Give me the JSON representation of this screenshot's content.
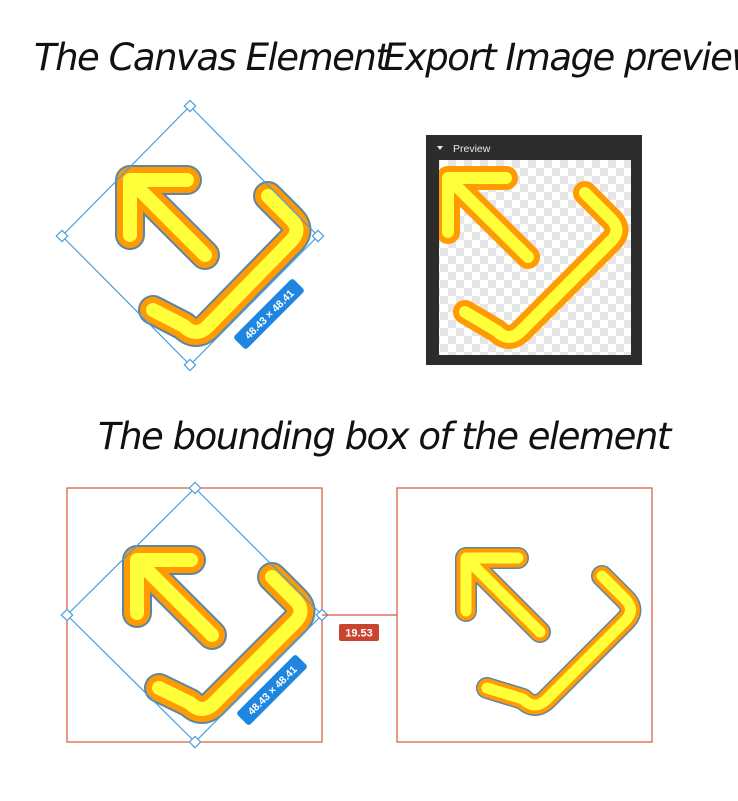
{
  "titles": {
    "canvas": "The Canvas Element",
    "export": "Export Image preview",
    "bounding": "The bounding box of the element"
  },
  "preview_panel": {
    "header_label": "Preview"
  },
  "dimension_label": "48.43 × 48.41",
  "gap_label": "19.53",
  "colors": {
    "selection_blue": "#4a9fdc",
    "badge_blue": "#1f86e0",
    "bounding_red": "#d5583a",
    "gap_badge": "#c8442e",
    "arrow_yellow": "#ffff3a",
    "arrow_orange": "#ff9a00",
    "arrow_outline_blue": "#5b86a8",
    "panel_dark": "#2c2c2c"
  },
  "icons": [
    "arrow-icon",
    "chevron-down-icon"
  ]
}
